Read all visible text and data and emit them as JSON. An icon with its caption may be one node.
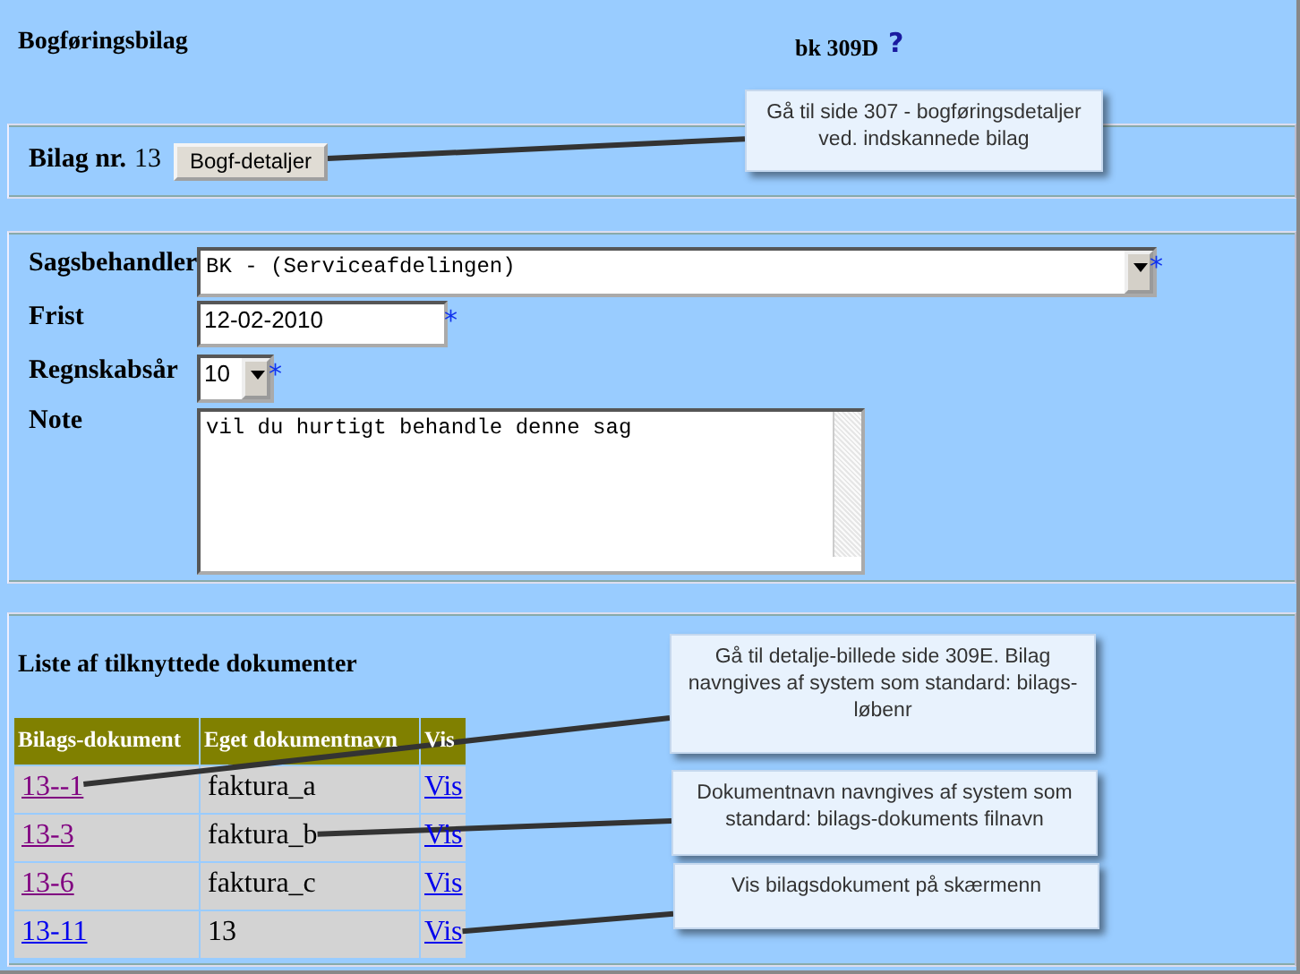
{
  "diagram": {
    "nodes": [
      {
        "text": [
          "Gå til side 307 - bogføringsdetaljer ved. indskannede bilag"
        ]
      },
      {
        "text": [
          "Bogf-detaljer"
        ]
      },
      {
        "text": [
          "Gå til detalje-billede side 309E. Bilag navngives af system som standard: bilags-løbenr"
        ]
      },
      {
        "text": [
          "13--1"
        ]
      },
      {
        "text": [
          "Dokumentnavn navngives af system som standard: bilags-dokuments filnavn"
        ]
      },
      {
        "text": [
          "faktura_b"
        ]
      },
      {
        "text": [
          "Vis bilagsdokument på skærmenn"
        ]
      },
      {
        "text": [
          "Vis"
        ]
      }
    ],
    "edges": [
      {
        "from": 0,
        "to": 1,
        "arrow": "none"
      },
      {
        "from": 2,
        "to": 3,
        "arrow": "none"
      },
      {
        "from": 4,
        "to": 5,
        "arrow": "none"
      },
      {
        "from": 6,
        "to": 7,
        "arrow": "none"
      }
    ],
    "labels": [
      "Bogføringsbilag",
      "bk 309D",
      "?",
      "Bilag nr.",
      "13",
      "Sagsbehandler",
      "BK - (Serviceafdelingen)",
      "*",
      "Frist",
      "12-02-2010",
      "*",
      "Regnskabsår",
      "10",
      "*",
      "Note",
      "vil du hurtigt behandle denne sag",
      "Liste af tilknyttede dokumenter",
      "Bilags-dokument",
      "Eget dokumentnavn",
      "Vis",
      "faktura_a",
      "Vis",
      "13-3",
      "Vis",
      "13-6",
      "faktura_c",
      "Vis",
      "13-11",
      "13"
    ]
  }
}
